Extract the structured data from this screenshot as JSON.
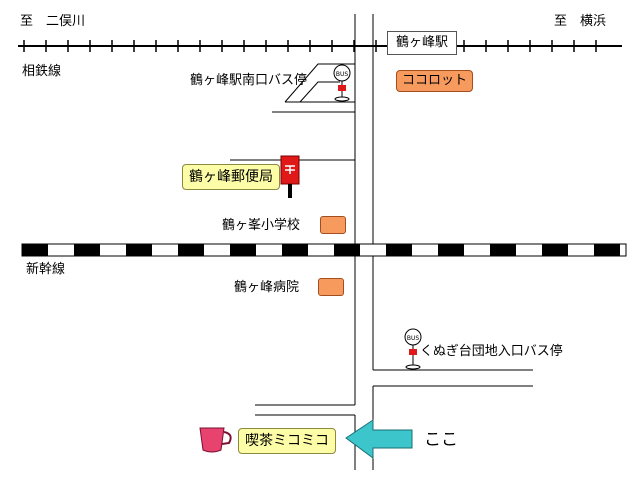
{
  "directions": {
    "left": "至　二俣川",
    "right": "至　横浜"
  },
  "railways": {
    "sotetsu": "相鉄線",
    "shinkansen": "新幹線"
  },
  "station": "鶴ヶ峰駅",
  "shop_cocorot": "ココロット",
  "bus_stops": {
    "south_exit": "鶴ヶ峰駅南口バス停",
    "kunugidai": "くぬぎ台団地入口バス停",
    "sign_text": "BUS"
  },
  "post_office": "鶴ヶ峰郵便局",
  "landmarks": {
    "school": "鶴ヶ峯小学校",
    "hospital": "鶴ヶ峰病院"
  },
  "destination": {
    "name": "喫茶ミコミコ",
    "here": "ここ"
  },
  "colors": {
    "label_yellow": "#fdfda8",
    "label_orange": "#f79a5e",
    "arrow_teal": "#3cc6cc",
    "post_red": "#e01818",
    "cup_pink": "#e8426e"
  }
}
